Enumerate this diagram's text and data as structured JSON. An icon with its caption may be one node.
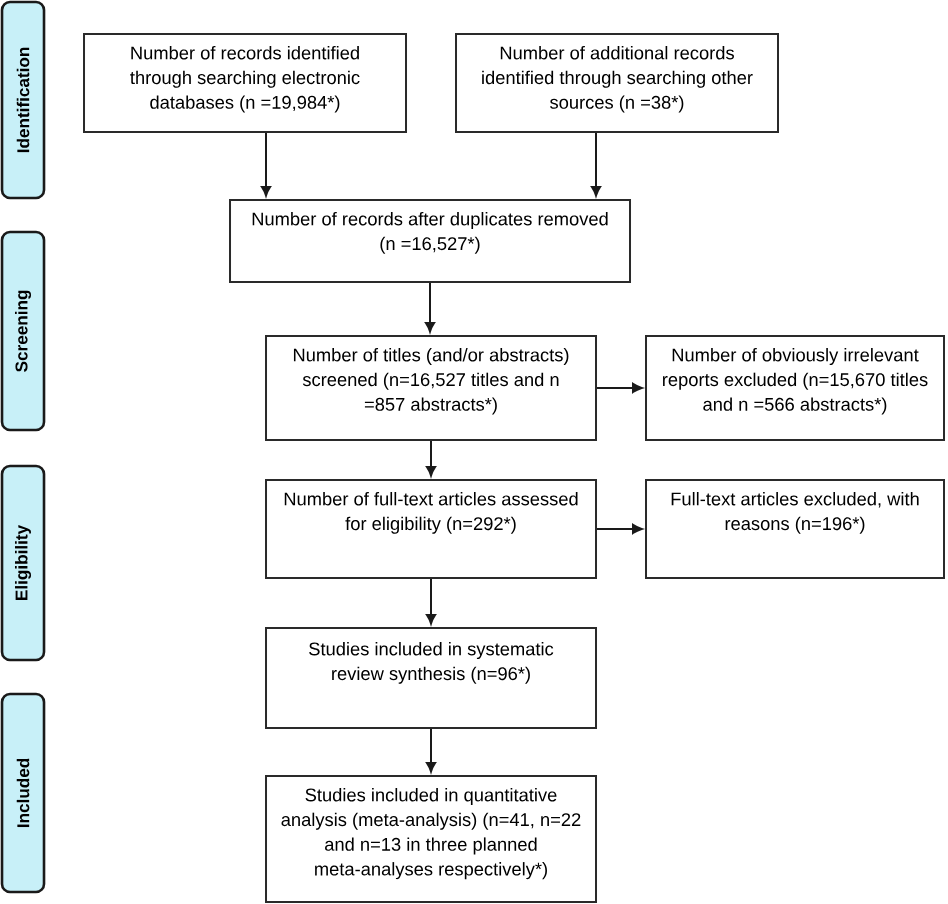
{
  "diagram": {
    "nodes": [
      {
        "text": [
          "Identification"
        ]
      },
      {
        "text": [
          "Screening"
        ]
      },
      {
        "text": [
          "Eligibility"
        ]
      },
      {
        "text": [
          "Included"
        ]
      },
      {
        "text": [
          "Number of records identified through searching electronic databases (n =19,984*)"
        ]
      },
      {
        "text": [
          "Number of additional records identified through searching other sources (n =38*)"
        ]
      },
      {
        "text": [
          "Number of records after duplicates removed (n =16,527*)"
        ]
      },
      {
        "text": [
          "Number of titles (and/or abstracts) screened (n=16,527 titles and n =857 abstracts*)"
        ]
      },
      {
        "text": [
          "Number of obviously irrelevant reports excluded (n=15,670 titles and n =566 abstracts*)"
        ]
      },
      {
        "text": [
          "Number of full-text articles assessed for eligibility (n=292*)"
        ]
      },
      {
        "text": [
          "Full-text articles excluded, with reasons (n=196*)"
        ]
      },
      {
        "text": [
          "Studies included in systematic review synthesis (n=96*)"
        ]
      },
      {
        "text": [
          "Studies included in quantitative analysis (meta-analysis) (n=41, n=22 and n=13 in three planned meta-analyses respectively*)"
        ]
      }
    ],
    "edges": [
      {
        "from": 4,
        "to": 6,
        "arrow": "to"
      },
      {
        "from": 5,
        "to": 6,
        "arrow": "to"
      },
      {
        "from": 6,
        "to": 7,
        "arrow": "to"
      },
      {
        "from": 7,
        "to": 8,
        "arrow": "to"
      },
      {
        "from": 7,
        "to": 9,
        "arrow": "to"
      },
      {
        "from": 9,
        "to": 10,
        "arrow": "to"
      },
      {
        "from": 9,
        "to": 11,
        "arrow": "to"
      },
      {
        "from": 11,
        "to": 12,
        "arrow": "to"
      }
    ]
  }
}
